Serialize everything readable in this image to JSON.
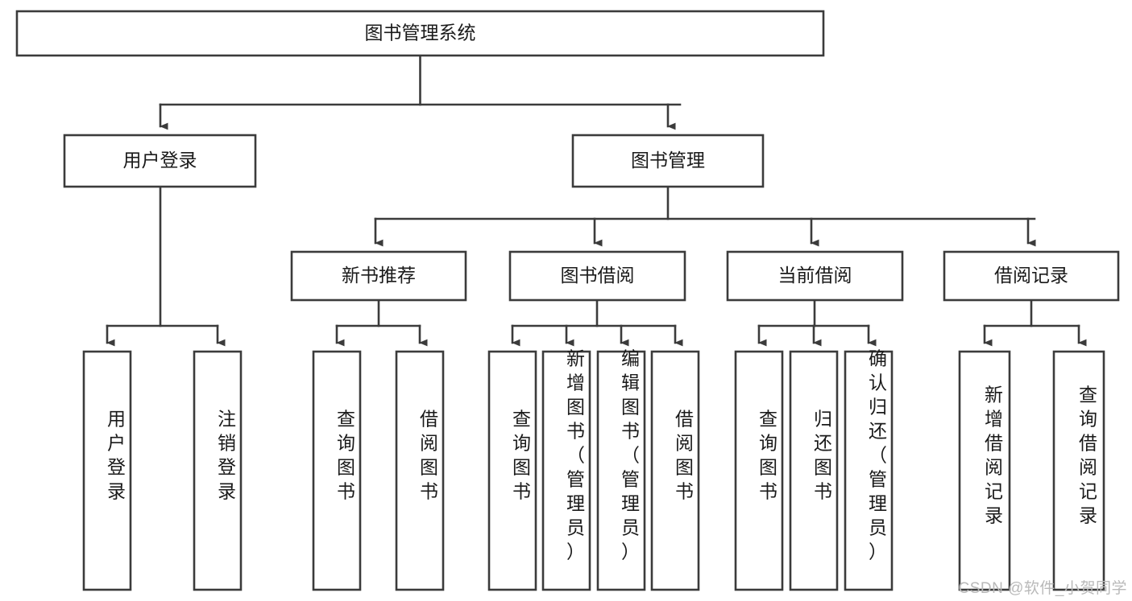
{
  "diagram": {
    "type": "tree-hierarchy",
    "title": "图书管理系统",
    "watermark": "CSDN @软件_小贺同学",
    "colors": {
      "background": "#ffffff",
      "stroke": "#3b3b3b",
      "text": "#1a1a1a",
      "watermark": "#b9b9b9"
    },
    "root": {
      "label": "图书管理系统"
    },
    "level2": [
      {
        "label": "用户登录"
      },
      {
        "label": "图书管理"
      }
    ],
    "level3": [
      {
        "label": "新书推荐"
      },
      {
        "label": "图书借阅"
      },
      {
        "label": "当前借阅"
      },
      {
        "label": "借阅记录"
      }
    ],
    "leaves": {
      "user_login": [
        {
          "label": "用户登录"
        },
        {
          "label": "注销登录"
        }
      ],
      "new_book": [
        {
          "label": "查询图书"
        },
        {
          "label": "借阅图书"
        }
      ],
      "book_borrow": [
        {
          "label": "查询图书"
        },
        {
          "label": "新增图书（管理员）"
        },
        {
          "label": "编辑图书（管理员）"
        },
        {
          "label": "借阅图书"
        }
      ],
      "current_borrow": [
        {
          "label": "查询图书"
        },
        {
          "label": "归还图书"
        },
        {
          "label": "确认归还（管理员）"
        }
      ],
      "borrow_record": [
        {
          "label": "新增借阅记录"
        },
        {
          "label": "查询借阅记录"
        }
      ]
    }
  }
}
